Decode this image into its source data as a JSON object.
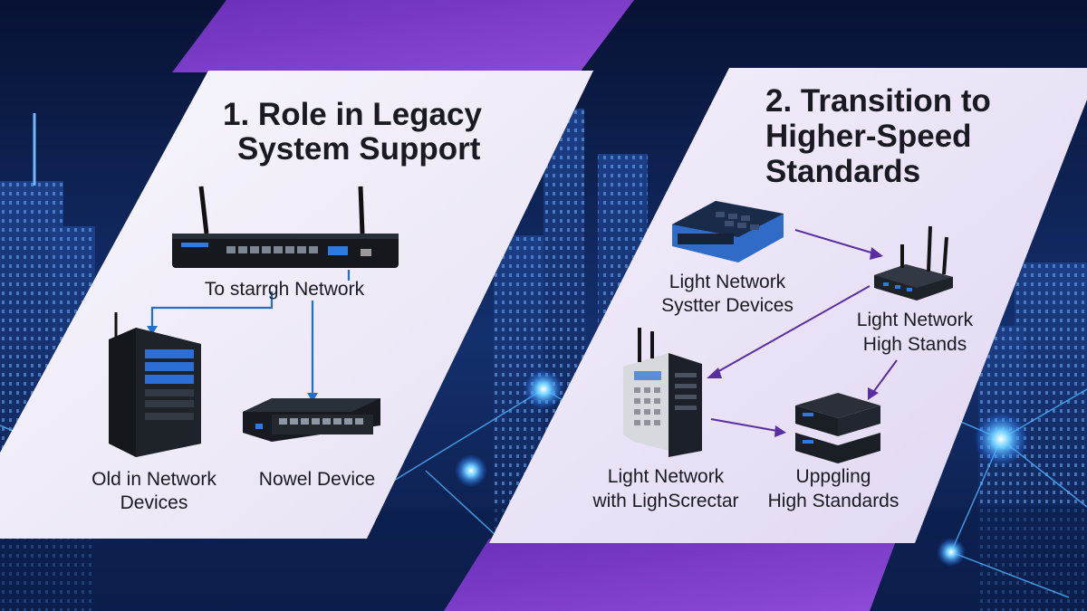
{
  "panel_left": {
    "title_line1": "1. Role in Legacy",
    "title_line2": "System Support",
    "hub_label": "To starrgh Network",
    "old_devices_line1": "Old  in Network",
    "old_devices_line2": "Devices",
    "new_device_label": "Nowel Device",
    "arrow_color": "#1f6fd1"
  },
  "panel_right": {
    "title_line1": "2. Transition to",
    "title_line2": "Higher-Speed",
    "title_line3": "Standards",
    "switch_label_line1": "Light Network",
    "switch_label_line2": "Systter Devices",
    "router_label_line1": "Light Network",
    "router_label_line2": "High Stands",
    "tower_label_line1": "Light Network",
    "tower_label_line2": "with LighScrectar",
    "stack_label_line1": "Uppgling",
    "stack_label_line2": "High Standards",
    "arrow_color": "#5a2ea0"
  },
  "colors": {
    "accent_purple": "#7b3fc4",
    "background_navy": "#0a1638",
    "panel_light": "#f1eefa"
  }
}
